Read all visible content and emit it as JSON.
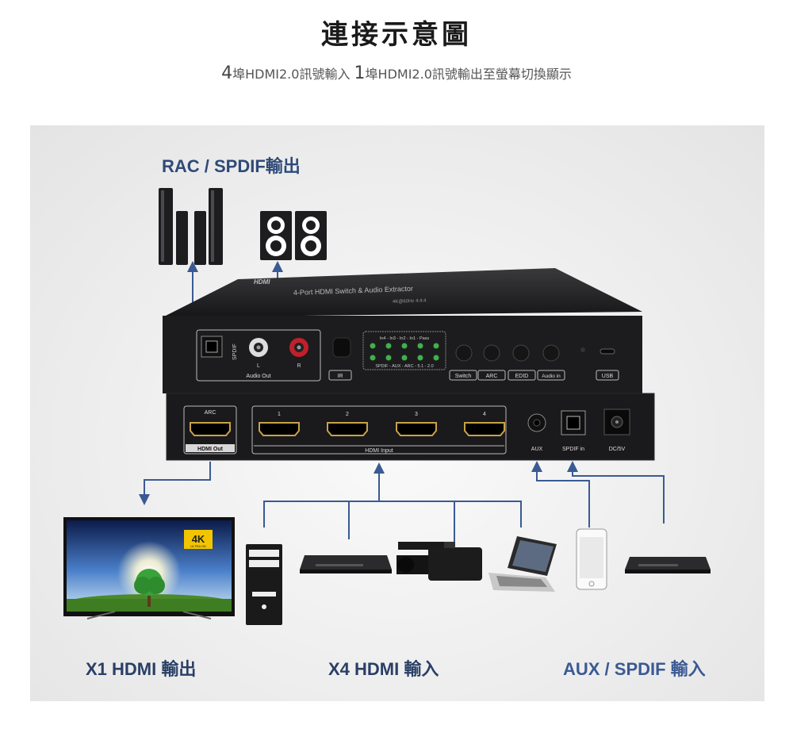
{
  "header": {
    "title": "連接示意圖",
    "subtitle_num1": "4",
    "subtitle_part1": "埠HDMI2.0訊號輸入",
    "subtitle_num2": "1",
    "subtitle_part2": "埠HDMI2.0訊號輸出至螢幕切換顯示"
  },
  "labels": {
    "arc_spdif_out": "RAC / SPDIF輸出",
    "hdmi_out": "X1 HDMI 輸出",
    "hdmi_in": "X4 HDMI 輸入",
    "aux_spdif_in": "AUX / SPDIF 輸入"
  },
  "device": {
    "logo": "HDMI",
    "model_line": "4-Port HDMI Switch & Audio Extractor",
    "model_sub": "4K@60Hz 4:4:4",
    "front": {
      "spdif": "SPDIF",
      "audio_out": "Audio Out",
      "rca_left": "L",
      "rca_right": "R",
      "ir": "IR",
      "led_top_row": "In4 - In3 - In2 - In1 - Pass",
      "led_bottom_row": "SPDIF - AUX - ARC - 5.1 - 2.0",
      "buttons": [
        "Switch",
        "ARC",
        "EDID",
        "Audio in"
      ],
      "usb": "USB"
    },
    "rear": {
      "arc": "ARC",
      "hdmi_out": "HDMI Out",
      "ports": [
        "1",
        "2",
        "3",
        "4"
      ],
      "hdmi_input": "HDMI Input",
      "aux": "AUX",
      "spdif_in": "SPDIF in",
      "dc": "DC/5V"
    }
  },
  "tv": {
    "badge": "4K",
    "badge_sub": "ULTRA HD"
  },
  "colors": {
    "arrow": "#3a5a93",
    "device": "#1c1c1e",
    "label": "#2f4a78"
  },
  "icons": [
    "soundbar-icon",
    "speaker-icon",
    "tv-icon",
    "pc-tower-icon",
    "bluray-player-icon",
    "camcorder-icon",
    "laptop-icon",
    "smartphone-icon",
    "media-player-icon"
  ]
}
